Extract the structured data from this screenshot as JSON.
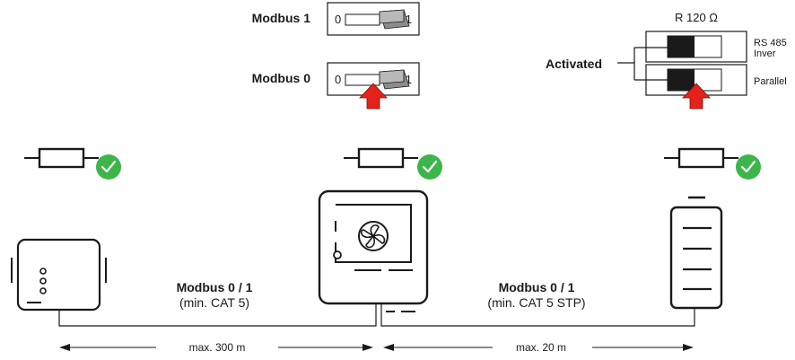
{
  "switches": {
    "modbus1": {
      "label": "Modbus 1",
      "left": "0",
      "right": "1"
    },
    "modbus0": {
      "label": "Modbus 0",
      "left": "0",
      "right": "1"
    }
  },
  "battery_switch": {
    "title": "R 120 Ω",
    "activated_label": "Activated",
    "row1_label": [
      "RS 485",
      "Inver"
    ],
    "row2_label": "Parallel"
  },
  "segments": [
    {
      "title": "Modbus 0 / 1",
      "subtitle": "(min. CAT 5)",
      "distance": "max. 300 m"
    },
    {
      "title": "Modbus 0 / 1",
      "subtitle": "(min. CAT 5 STP)",
      "distance": "max. 20 m"
    }
  ],
  "colors": {
    "check": "#3db54a",
    "arrow": "#e3221b",
    "line": "#1a1a1a"
  },
  "icons": [
    "resistor-icon",
    "check-icon",
    "up-arrow-icon",
    "fan-icon",
    "meter-device",
    "inverter-device",
    "battery-device"
  ]
}
